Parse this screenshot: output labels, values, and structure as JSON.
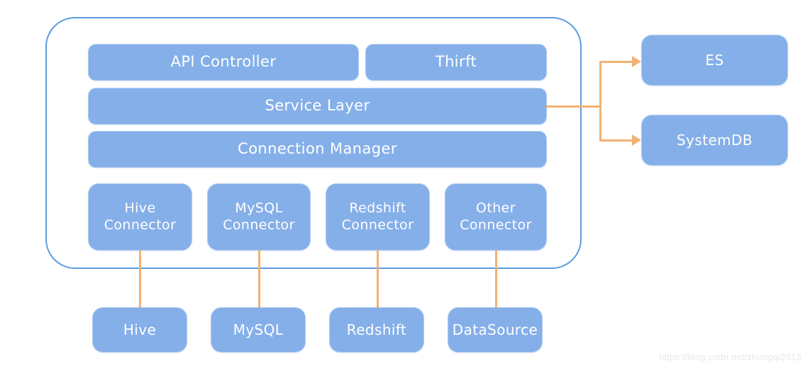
{
  "diagram": {
    "background_color": "#FFFFFF",
    "node_fill_color": "#85AFE9",
    "node_text_color": "#FFFFFF",
    "container_border_color": "#5B9BE0",
    "connector_color": "#F3B175",
    "container": {
      "name": "system-boundary"
    },
    "layers": {
      "api_controller": {
        "label": "API Controller"
      },
      "thirft": {
        "label": "Thirft"
      },
      "service_layer": {
        "label": "Service Layer"
      },
      "connection_manager": {
        "label": "Connection Manager"
      }
    },
    "connectors": [
      {
        "line1": "Hive",
        "line2": "Connector"
      },
      {
        "line1": "MySQL",
        "line2": "Connector"
      },
      {
        "line1": "Redshift",
        "line2": "Connector"
      },
      {
        "line1": "Other",
        "line2": "Connector"
      }
    ],
    "datasources": [
      {
        "label": "Hive"
      },
      {
        "label": "MySQL"
      },
      {
        "label": "Redshift"
      },
      {
        "label": "DataSource"
      }
    ],
    "external_stores": [
      {
        "label": "ES"
      },
      {
        "label": "SystemDB"
      }
    ]
  },
  "watermark": {
    "text": "https://blog.csdn.net/zhongqi2513"
  }
}
